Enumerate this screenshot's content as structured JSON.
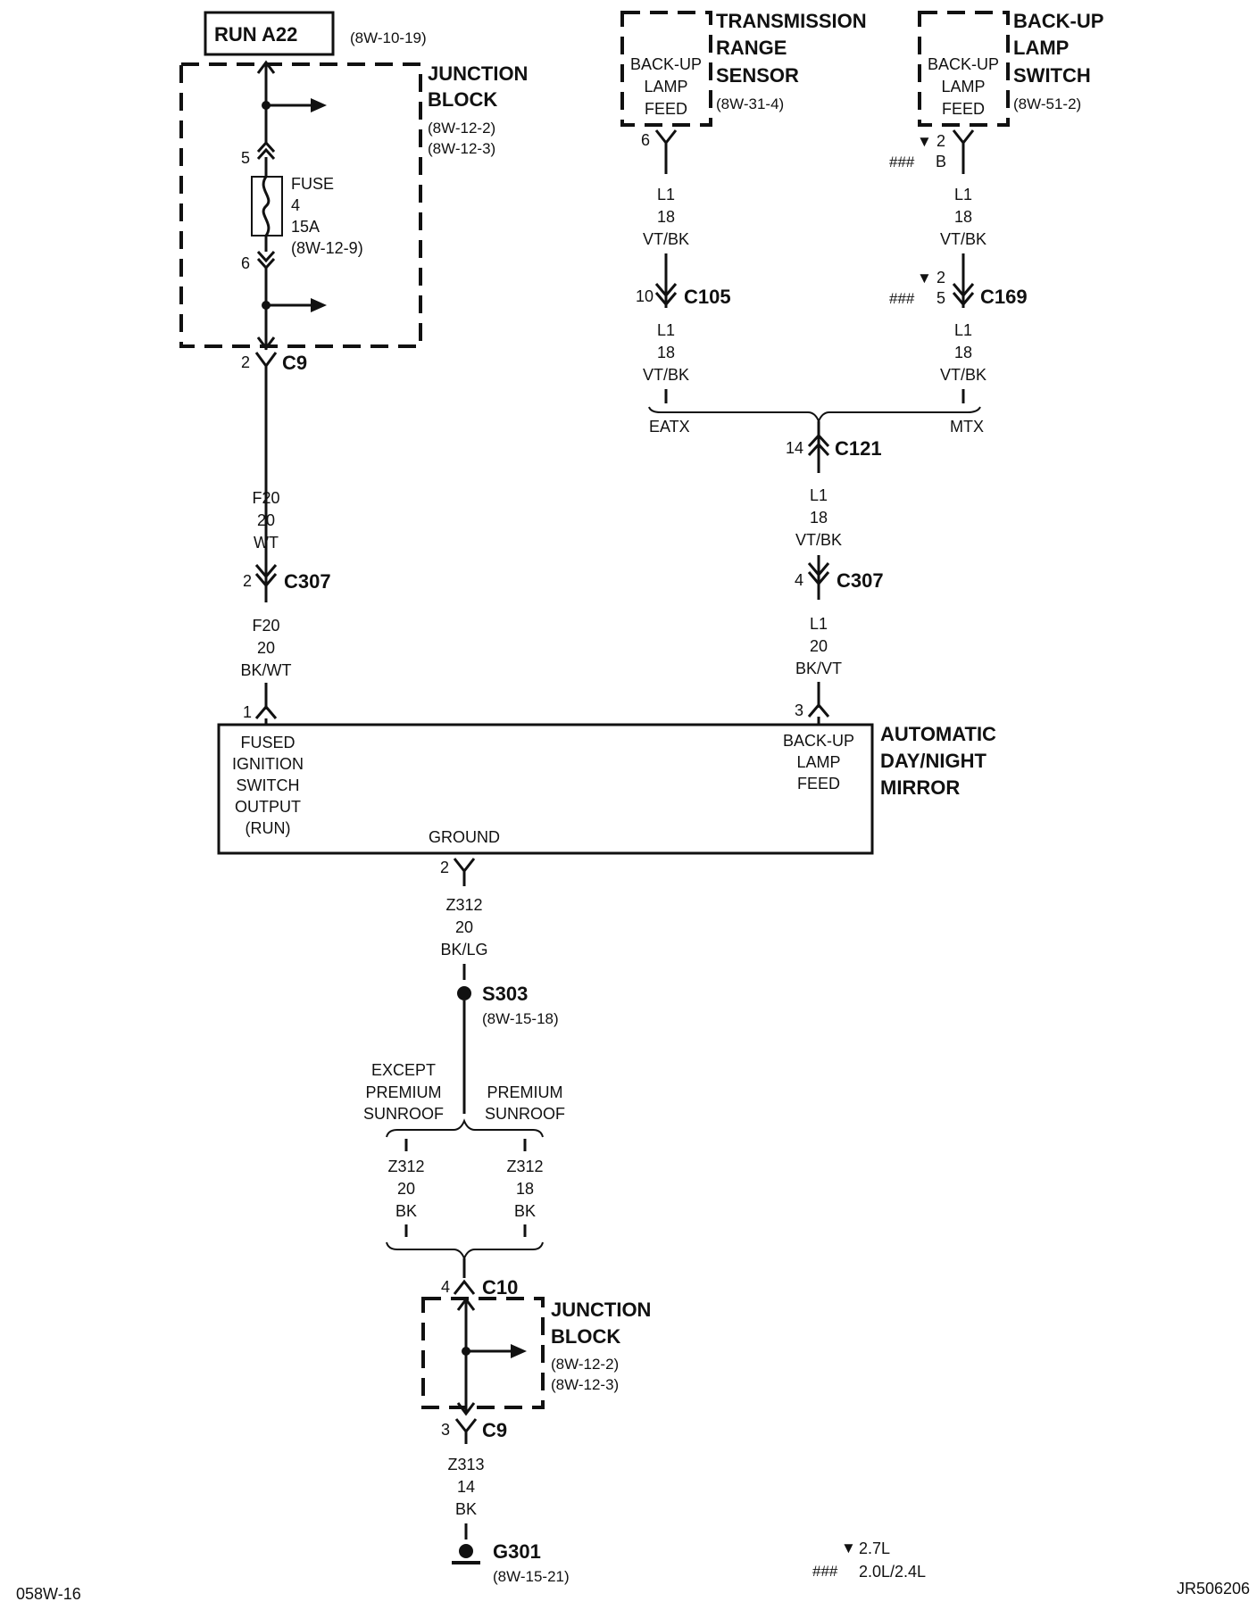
{
  "run_a22": {
    "label": "RUN A22",
    "ref": "(8W-10-19)"
  },
  "jb_top": {
    "title1": "JUNCTION",
    "title2": "BLOCK",
    "ref1": "(8W-12-2)",
    "ref2": "(8W-12-3)"
  },
  "fuse": {
    "pin_in": "5",
    "pin_out": "6",
    "label": "FUSE",
    "number": "4",
    "rating": "15A",
    "ref": "(8W-12-9)"
  },
  "c9_top": {
    "pin": "2",
    "name": "C9"
  },
  "f20_upper": {
    "circuit": "F20",
    "gauge": "20",
    "color": "WT"
  },
  "c307_left": {
    "pin": "2",
    "name": "C307"
  },
  "f20_lower": {
    "circuit": "F20",
    "gauge": "20",
    "color": "BK/WT"
  },
  "trs": {
    "title1": "TRANSMISSION",
    "title2": "RANGE",
    "title3": "SENSOR",
    "ref": "(8W-31-4)",
    "inner1": "BACK-UP",
    "inner2": "LAMP",
    "inner3": "FEED",
    "pin": "6"
  },
  "bls": {
    "title1": "BACK-UP",
    "title2": "LAMP",
    "title3": "SWITCH",
    "ref": "(8W-51-2)",
    "inner1": "BACK-UP",
    "inner2": "LAMP",
    "inner3": "FEED",
    "pin_27": "2",
    "pin_20": "B"
  },
  "l1_trs_a": {
    "circuit": "L1",
    "gauge": "18",
    "color": "VT/BK"
  },
  "c105": {
    "pin": "10",
    "name": "C105"
  },
  "l1_trs_b": {
    "circuit": "L1",
    "gauge": "18",
    "color": "VT/BK"
  },
  "l1_bls_a": {
    "circuit": "L1",
    "gauge": "18",
    "color": "VT/BK"
  },
  "c169": {
    "pin_27": "2",
    "pin_20": "5",
    "name": "C169"
  },
  "l1_bls_b": {
    "circuit": "L1",
    "gauge": "18",
    "color": "VT/BK"
  },
  "eatx": "EATX",
  "mtx": "MTX",
  "c121": {
    "pin": "14",
    "name": "C121"
  },
  "l1_c": {
    "circuit": "L1",
    "gauge": "18",
    "color": "VT/BK"
  },
  "c307_right": {
    "pin": "4",
    "name": "C307"
  },
  "l1_d": {
    "circuit": "L1",
    "gauge": "20",
    "color": "BK/VT"
  },
  "mirror": {
    "title1": "AUTOMATIC",
    "title2": "DAY/NIGHT",
    "title3": "MIRROR",
    "pin1": "1",
    "pin2": "2",
    "pin3": "3",
    "fused1": "FUSED",
    "fused2": "IGNITION",
    "fused3": "SWITCH",
    "fused4": "OUTPUT",
    "fused5": "(RUN)",
    "feed1": "BACK-UP",
    "feed2": "LAMP",
    "feed3": "FEED",
    "ground": "GROUND"
  },
  "z312_a": {
    "circuit": "Z312",
    "gauge": "20",
    "color": "BK/LG"
  },
  "s303": {
    "name": "S303",
    "ref": "(8W-15-18)"
  },
  "except": {
    "l1": "EXCEPT",
    "l2": "PREMIUM",
    "l3": "SUNROOF"
  },
  "premium": {
    "l1": "PREMIUM",
    "l2": "SUNROOF"
  },
  "z312_b": {
    "circuit": "Z312",
    "gauge": "20",
    "color": "BK"
  },
  "z312_c": {
    "circuit": "Z312",
    "gauge": "18",
    "color": "BK"
  },
  "c10": {
    "pin": "4",
    "name": "C10"
  },
  "jb_bottom": {
    "title1": "JUNCTION",
    "title2": "BLOCK",
    "ref1": "(8W-12-2)",
    "ref2": "(8W-12-3)"
  },
  "c9_bottom": {
    "pin": "3",
    "name": "C9"
  },
  "z313": {
    "circuit": "Z313",
    "gauge": "14",
    "color": "BK"
  },
  "g301": {
    "name": "G301",
    "ref": "(8W-15-21)"
  },
  "legend": {
    "sym1": "▼",
    "text1": "2.7L",
    "sym2": "###",
    "text2": "2.0L/2.4L"
  },
  "marks": {
    "tri": "▼",
    "hash": "###"
  },
  "footer": {
    "left": "058W-16",
    "right": "JR506206"
  }
}
